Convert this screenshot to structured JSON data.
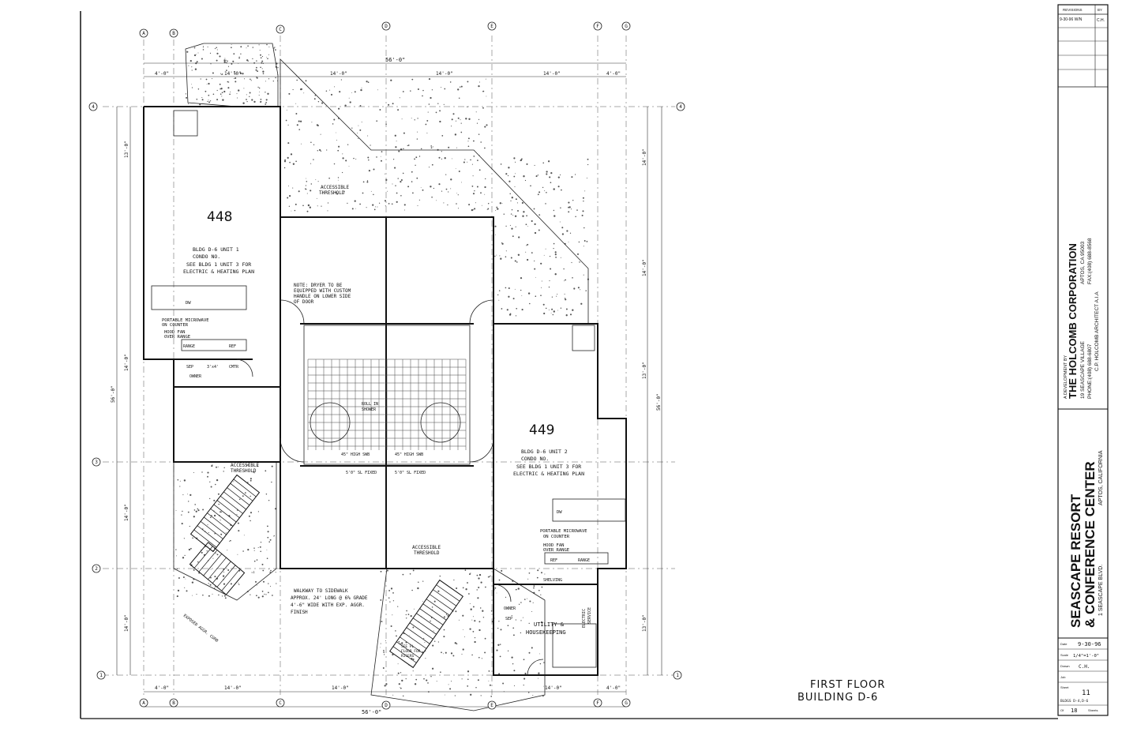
{
  "drawing": {
    "title_line1": "FIRST FLOOR",
    "title_line2": "BUILDING D-6"
  },
  "grid_columns": [
    "A",
    "B",
    "C",
    "D",
    "E",
    "F",
    "G"
  ],
  "grid_rows": [
    "4",
    "3",
    "2",
    "1"
  ],
  "dimensions": {
    "top_overall": "56'-0\"",
    "bottom_overall": "56'-0\"",
    "top_segments": [
      "4'-0\"",
      "14'-0\"",
      "14'-0\"",
      "14'-0\"",
      "14'-0\"",
      "4'-0\""
    ],
    "bottom_segments": [
      "4'-0\"",
      "14'-0\"",
      "14'-0\"",
      "14'-0\"",
      "4'-0\""
    ],
    "left_segments": [
      "13'-0\"",
      "14'-0\"",
      "14'-0\"",
      "14'-0\""
    ],
    "left_overall": "56'-0\"",
    "right_segments": [
      "14'-0\"",
      "14'-0\"",
      "13'-0\"",
      "13'-0\""
    ],
    "right_overall": "56'-0\""
  },
  "units": {
    "left": {
      "number": "448",
      "note_1": "BLDG D-6 UNIT 1",
      "note_2": "CONDO NO.",
      "note_3": "SEE BLDG 1 UNIT 3 FOR",
      "note_4": "ELECTRIC & HEATING PLAN",
      "microwave_1": "PORTABLE MICROWAVE",
      "microwave_2": "ON COUNTER",
      "hood_1": "HOOD FAN",
      "hood_2": "OVER RANGE",
      "dw": "DW",
      "range": "RANGE",
      "ref": "REF",
      "owner": "OWNER",
      "sep": "SEP",
      "closet": "3'x4'",
      "cmtr": "CMTR"
    },
    "right": {
      "number": "449",
      "note_1": "BLDG D-6 UNIT 2",
      "note_2": "CONDO NO.",
      "note_3": "SEE BLDG 1 UNIT 3 FOR",
      "note_4": "ELECTRIC & HEATING PLAN",
      "microwave_1": "PORTABLE MICROWAVE",
      "microwave_2": "ON COUNTER",
      "hood_1": "HOOD FAN",
      "hood_2": "OVER RANGE",
      "dw": "DW",
      "range": "RANGE",
      "ref": "REF",
      "owner": "OWNER",
      "sep": "SEP"
    }
  },
  "notes": {
    "dryer_1": "NOTE: DRYER TO BE",
    "dryer_2": "EQUIPPED WITH CUSTOM",
    "dryer_3": "HANDLE ON LOWER SIDE",
    "dryer_4": "OF DOOR",
    "accessible_threshold": "ACCESSIBLE",
    "threshold": "THRESHOLD",
    "walkway_1": "WALKWAY TO SIDEWALK",
    "walkway_2": "APPROX. 24' LONG @ 6% GRADE",
    "walkway_3": "4'-6\" WIDE WITH EXP. AGGR.",
    "walkway_4": "FINISH",
    "roll_in": "ROLL IN",
    "shower": "SHOWER",
    "utility_1": "UTILITY &",
    "utility_2": "HOUSEKEEPING",
    "electric": "ELECTRIC",
    "service": "SERVICE",
    "shelving": "SHELVING",
    "swb": "45\" HIGH SWB",
    "fixed": "5'0\" SL FIXED",
    "exposed_aggregate": "EXPOSED AGGR. CURB",
    "stair_note_1": "SEE PL",
    "stair_note_2": "FLOOR FOR",
    "stair_note_3": "RISERS"
  },
  "title_block": {
    "revisions_header": "REVISIONS",
    "revisions_by": "BY",
    "revision_1": "9-30-96 W/N",
    "revision_1_by": "C.H.",
    "developer_label": "A DEVELOPMENT BY",
    "company": "THE HOLCOMB CORPORATION",
    "address": "19 SEASCAPE VILLAGE",
    "city": "APTOS, CA 95003",
    "phone": "PHONE:(408) 688-6807",
    "fax": "FAX:(408) 688-8568",
    "architect": "C.P. HOLCOMB ARCHITECT A.I.A",
    "project_1": "SEASCAPE RESORT",
    "project_2": "& CONFERENCE CENTER",
    "project_address": "1 SEASCAPE BLVD.",
    "project_city": "APTOS, CALIFORNIA",
    "date_label": "Date",
    "date_value": "9-30-96",
    "scale_label": "Scale",
    "scale_value": "1/4\"=1'-0\"",
    "drawn_label": "Drawn",
    "drawn_value": "C.H.",
    "job_label": "Job",
    "job_value": "",
    "sheet_label": "Sheet",
    "sheet_value": "11",
    "sheet_sub": "BLDGS D-4,D-6",
    "of_label": "Of",
    "of_value": "18",
    "sheets_label": "Sheets"
  }
}
